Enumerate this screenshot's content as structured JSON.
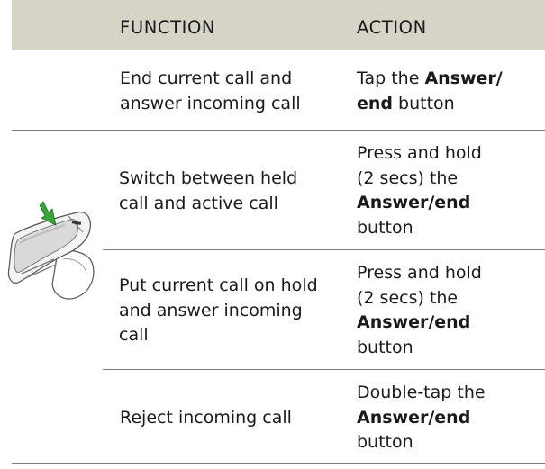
{
  "table": {
    "headers": {
      "function": "FUNCTION",
      "action": "ACTION"
    },
    "rows": [
      {
        "function": "End current call and answer incoming call",
        "action_pre": "Tap the ",
        "action_bold": "Answer/ end",
        "action_post": " button"
      },
      {
        "function": "Switch between held call and active call",
        "action_pre": "Press and hold (2 secs) the ",
        "action_bold": "Answer/end",
        "action_post": " button"
      },
      {
        "function": "Put current call on hold and answer incoming call",
        "action_pre": "Press and hold (2 secs) the ",
        "action_bold": "Answer/end",
        "action_post": " button"
      },
      {
        "function": "Reject incoming call",
        "action_pre": "Double-tap the ",
        "action_bold": "Answer/end",
        "action_post": " button"
      }
    ]
  },
  "illustration": {
    "icon": "headset-press-icon",
    "arrow_color": "#3aa63a",
    "header_color": "#d6d3c7"
  }
}
